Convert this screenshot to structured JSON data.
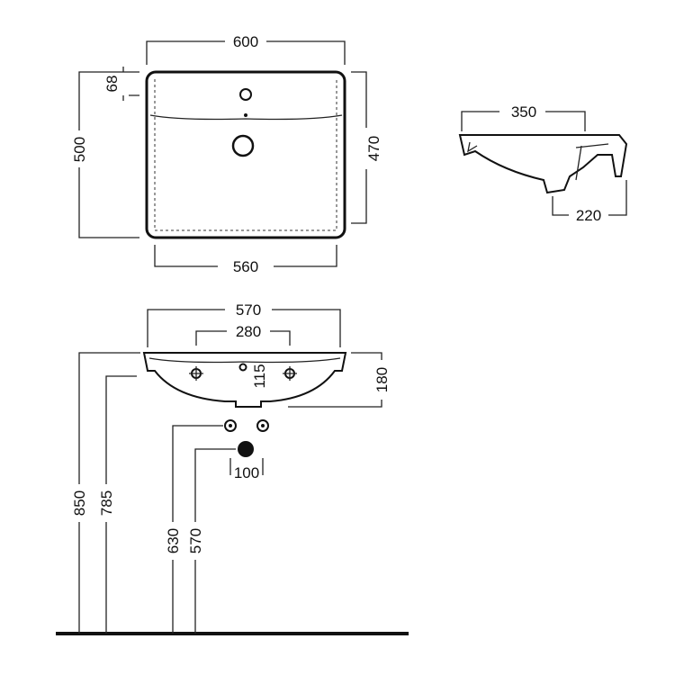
{
  "drawing": {
    "top_view": {
      "width_outer": "600",
      "width_bottom": "560",
      "depth_outer": "500",
      "depth_inner": "470",
      "tap_offset": "68"
    },
    "side_view": {
      "projection": "350",
      "bowl_depth": "220"
    },
    "front_view": {
      "width": "570",
      "tap_spacing": "280",
      "bowl_height": "180",
      "outlet_height": "115",
      "rim_height": "850",
      "bowl_bottom_height": "785",
      "water_supply_height": "630",
      "waste_height": "570",
      "supply_spacing": "100"
    }
  }
}
